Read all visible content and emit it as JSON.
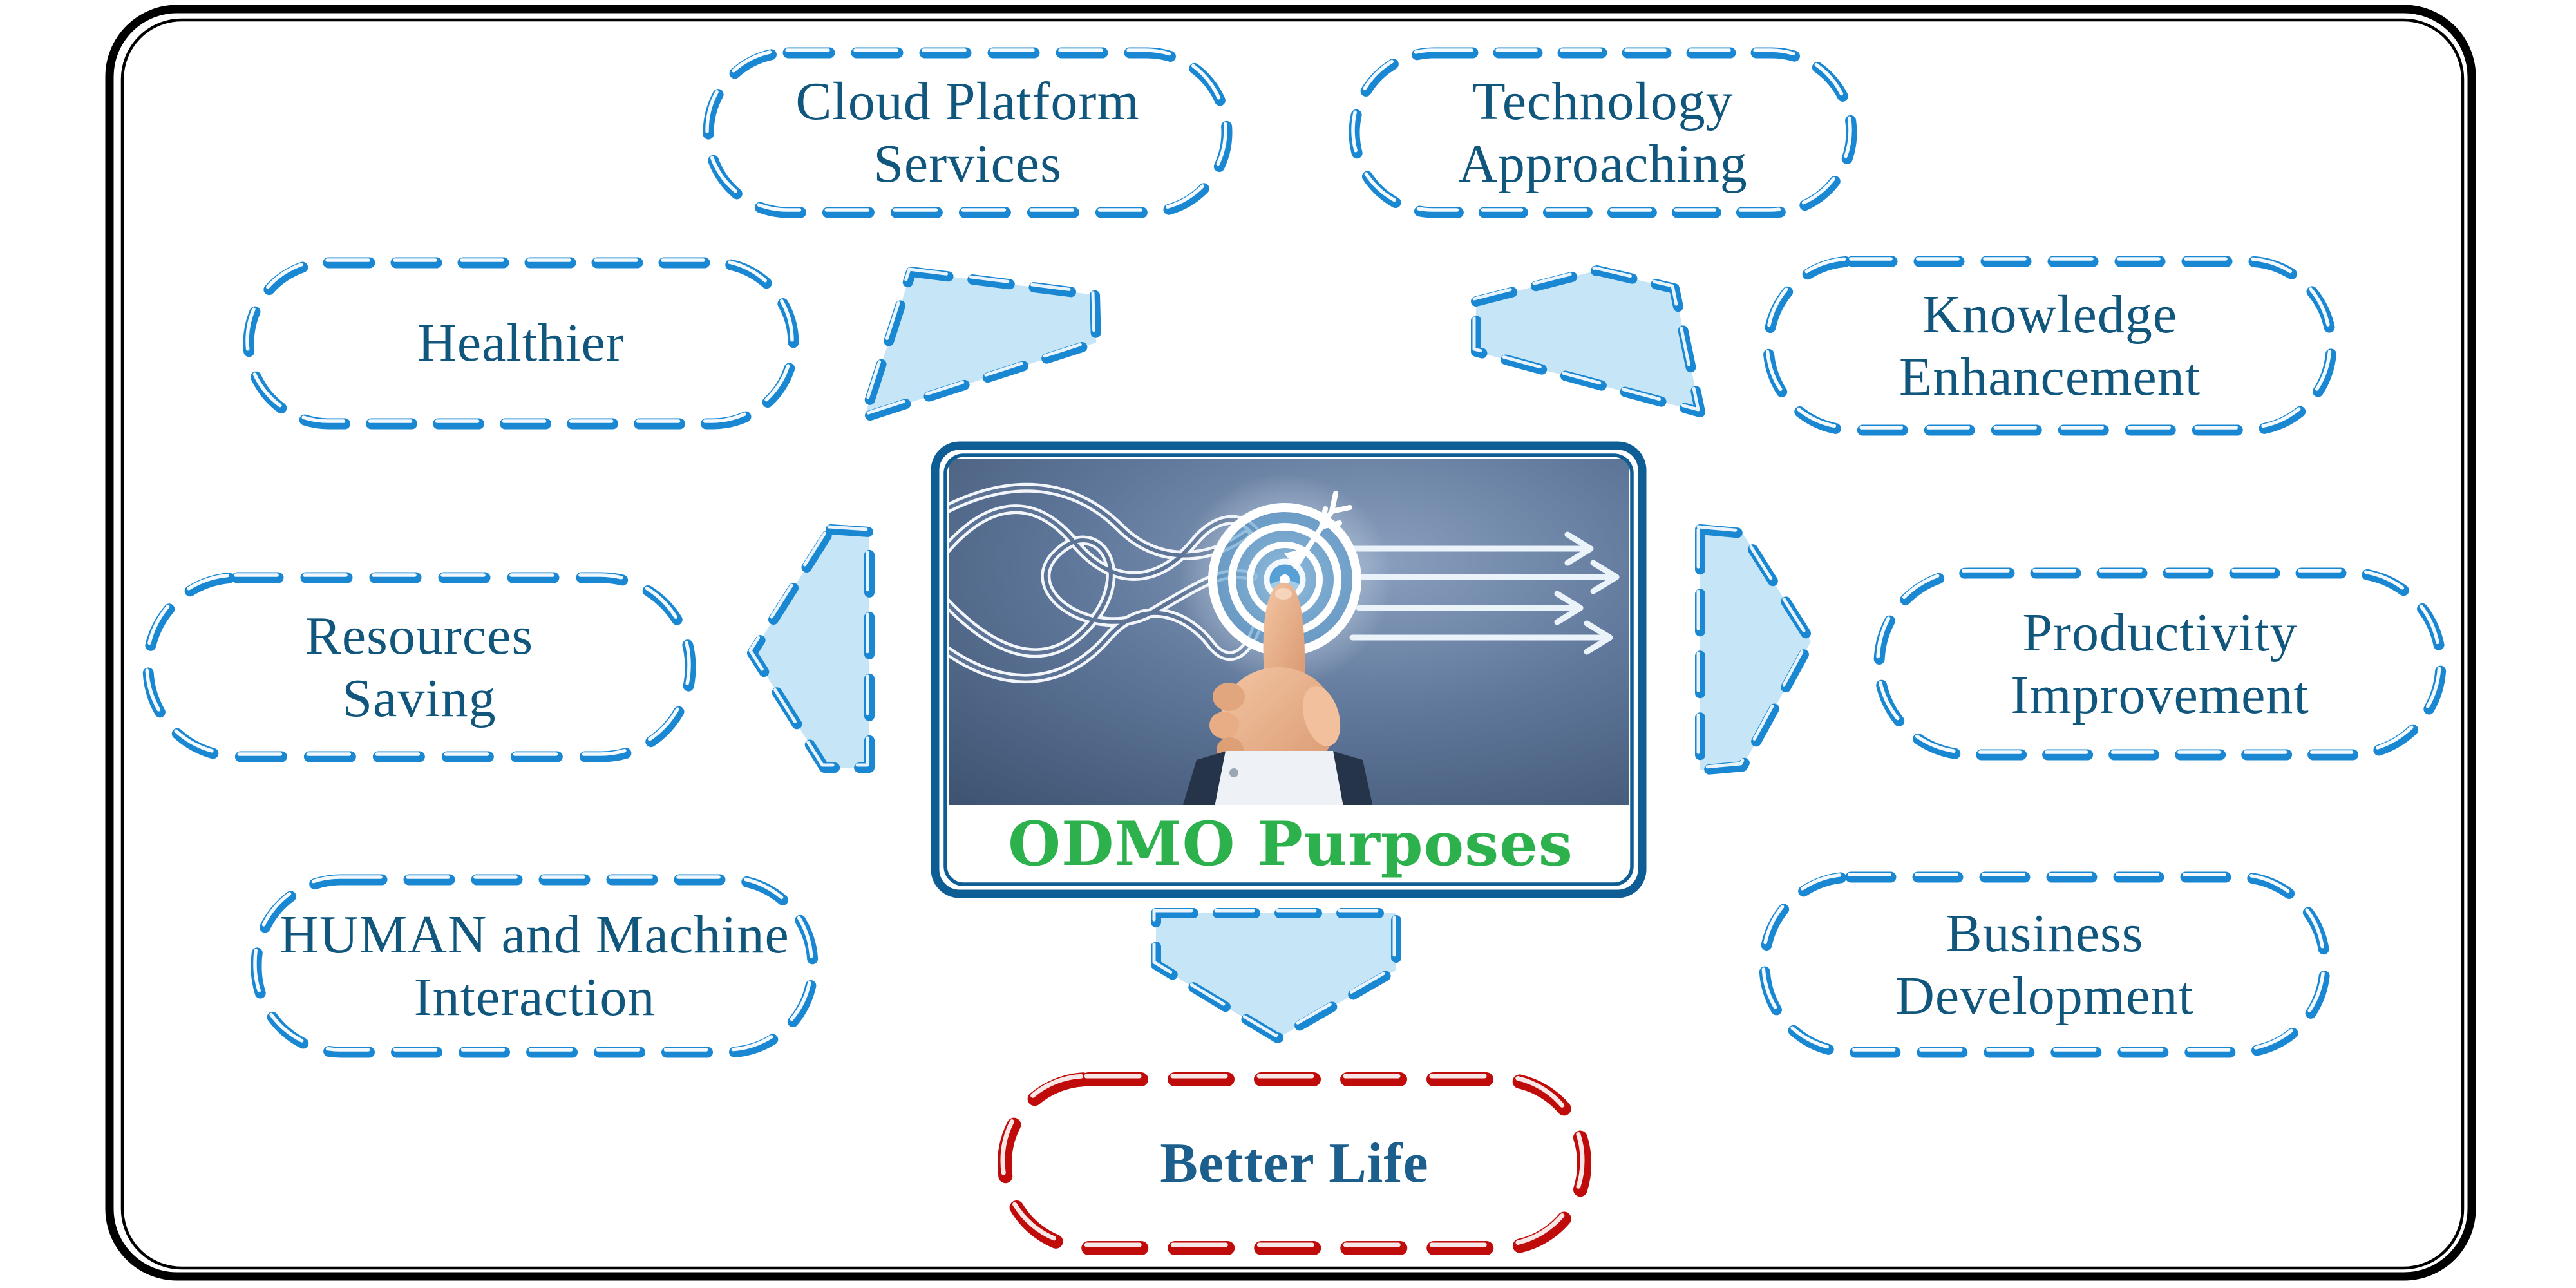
{
  "diagram": {
    "center": {
      "title": "ODMO Purposes"
    },
    "nodes": [
      {
        "key": "cloud-platform-services",
        "label": "Cloud Platform\nServices",
        "outline": "blue"
      },
      {
        "key": "technology-approaching",
        "label": "Technology\nApproaching",
        "outline": "blue"
      },
      {
        "key": "healthier",
        "label": "Healthier",
        "outline": "blue"
      },
      {
        "key": "knowledge-enhancement",
        "label": "Knowledge\nEnhancement",
        "outline": "blue"
      },
      {
        "key": "resources-saving",
        "label": "Resources\nSaving",
        "outline": "blue"
      },
      {
        "key": "productivity-improvement",
        "label": "Productivity\nImprovement",
        "outline": "blue"
      },
      {
        "key": "human-machine-interaction",
        "label": "HUMAN and Machine\nInteraction",
        "outline": "blue"
      },
      {
        "key": "business-development",
        "label": "Business\nDevelopment",
        "outline": "blue"
      },
      {
        "key": "better-life",
        "label": "Better Life",
        "outline": "red"
      }
    ],
    "colors": {
      "dash_blue": "#1a87d3",
      "dash_red": "#c00b0b",
      "arrow_fill": "#c6e5f6",
      "node_text": "#11567d",
      "better_life_text": "#1c5e8c",
      "center_title_green": "#2cb14d",
      "outer_frame": "#000000",
      "center_box_border": "#0f5d95"
    }
  }
}
